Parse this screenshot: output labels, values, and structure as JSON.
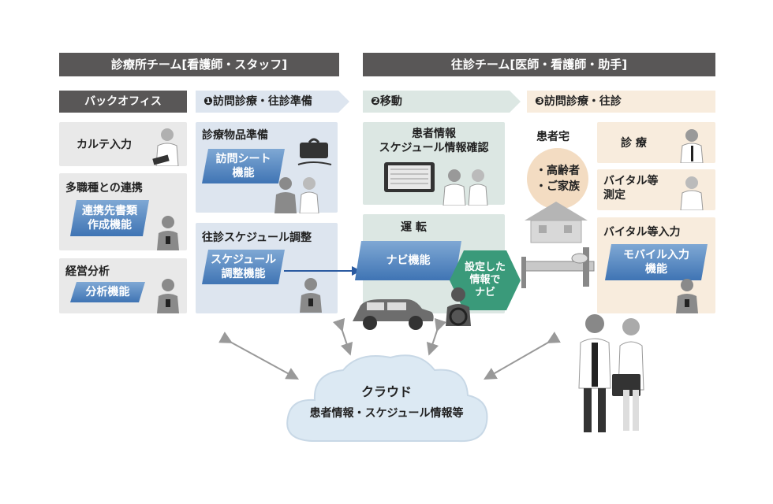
{
  "left_header": "診療所チーム[看護師・スタッフ]",
  "right_header": "往診チーム[医師・看護師・助手]",
  "back_office": {
    "title": "バックオフィス",
    "cards": [
      {
        "title": "カルテ入力"
      },
      {
        "title": "多職種との連携",
        "func": "連携先書類\n作成機能"
      },
      {
        "title": "経営分析",
        "func": "分析機能"
      }
    ]
  },
  "step1": {
    "label": "❶訪問診療・往診準備",
    "cards": [
      {
        "title": "診療物品準備",
        "func": "訪問シート\n機能"
      },
      {
        "title": "往診スケジュール調整",
        "func": "スケジュール\n調整機能"
      }
    ]
  },
  "step2": {
    "label": "❷移動",
    "card1_title": "患者情報\nスケジュール情報確認",
    "card2_title": "運 転",
    "func": "ナビ機能",
    "hex_text": "設定した\n情報で\nナビ"
  },
  "step3": {
    "label": "❸訪問診療・往診",
    "home_label": "患者宅",
    "bubble": "・高齢者\n・ご家族",
    "cards": [
      {
        "title": "診 療"
      },
      {
        "title": "バイタル等\n測定"
      },
      {
        "title": "バイタル等入力",
        "func": "モバイル入力\n機能"
      }
    ]
  },
  "cloud": {
    "title": "クラウド",
    "subtitle": "患者情報・スケジュール情報等"
  },
  "colors": {
    "header": "#595757",
    "func_blue": "#3f74b4",
    "hex_green": "#3a9a7a",
    "arrow_blue": "#2a5aa0"
  }
}
